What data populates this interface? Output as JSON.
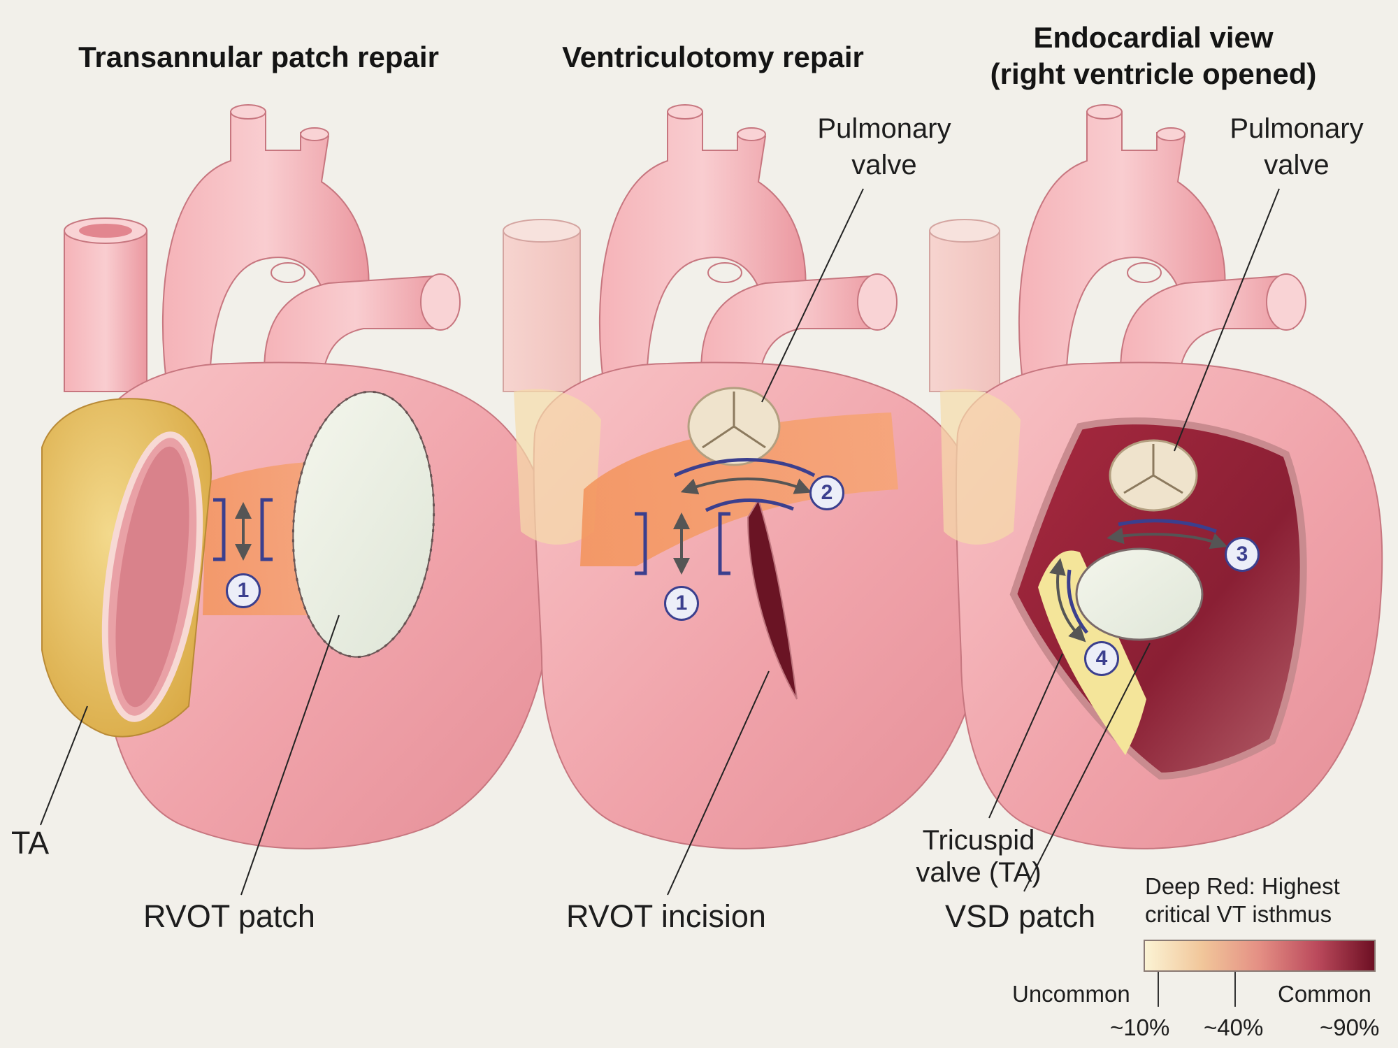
{
  "panels": {
    "transannular": {
      "title": "Transannular patch repair"
    },
    "ventriculotomy": {
      "title": "Ventriculotomy repair"
    },
    "endocardial": {
      "title_line1": "Endocardial view",
      "title_line2": "(right ventricle opened)"
    }
  },
  "labels": {
    "ta": "TA",
    "rvot_patch": "RVOT patch",
    "pulmonary_valve_1_line1": "Pulmonary",
    "pulmonary_valve_1_line2": "valve",
    "rvot_incision": "RVOT incision",
    "pulmonary_valve_2_line1": "Pulmonary",
    "pulmonary_valve_2_line2": "valve",
    "tricuspid_line1": "Tricuspid",
    "tricuspid_line2": "valve (TA)",
    "vsd_patch": "VSD patch"
  },
  "isthmus_markers": [
    "1",
    "1",
    "2",
    "3",
    "4"
  ],
  "legend": {
    "title_line1": "Deep Red: Highest",
    "title_line2": "critical VT isthmus",
    "low_label": "Uncommon",
    "high_label": "Common",
    "ticks": [
      "~10%",
      "~40%",
      "~90%"
    ],
    "gradient_colors": [
      "#fbf3d4",
      "#f1c69a",
      "#e48f84",
      "#bb4a5c",
      "#6d0f23"
    ]
  },
  "colors": {
    "heart": "#f0a5ab",
    "isthmus_band": "#f39a6a",
    "critical_isthmus": "#8e2236",
    "fat_tissue": "#e9c46a",
    "arrow": "#3b3f8e"
  }
}
